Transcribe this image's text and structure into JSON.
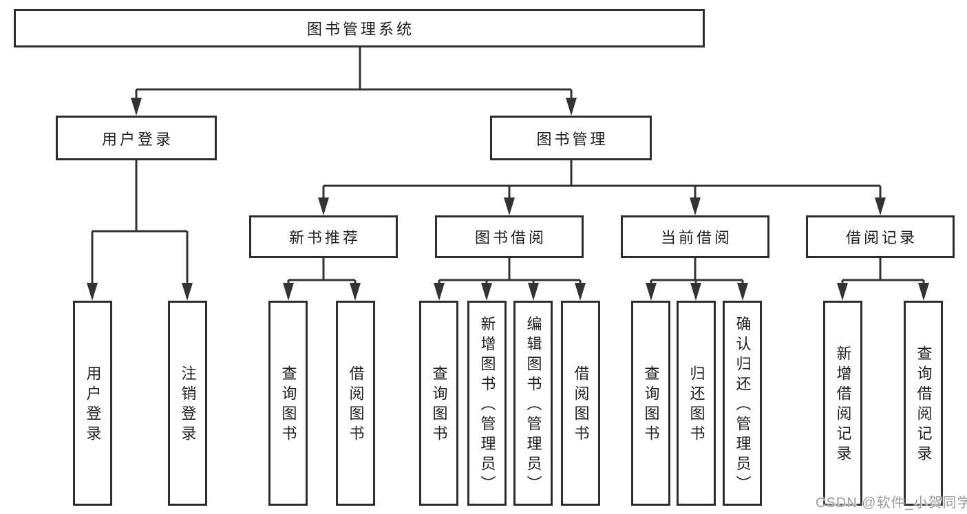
{
  "diagram": {
    "root": {
      "label": "图书管理系统",
      "children": [
        {
          "label": "用户登录",
          "children": [
            {
              "label": "用户登录"
            },
            {
              "label": "注销登录"
            }
          ]
        },
        {
          "label": "图书管理",
          "children": [
            {
              "label": "新书推荐",
              "children": [
                {
                  "label": "查询图书"
                },
                {
                  "label": "借阅图书"
                }
              ]
            },
            {
              "label": "图书借阅",
              "children": [
                {
                  "label": "查询图书"
                },
                {
                  "label": "新增图书（管理员）"
                },
                {
                  "label": "编辑图书（管理员）"
                },
                {
                  "label": "借阅图书"
                }
              ]
            },
            {
              "label": "当前借阅",
              "children": [
                {
                  "label": "查询图书"
                },
                {
                  "label": "归还图书"
                },
                {
                  "label": "确认归还（管理员）"
                }
              ]
            },
            {
              "label": "借阅记录",
              "children": [
                {
                  "label": "新增借阅记录"
                },
                {
                  "label": "查询借阅记录"
                }
              ]
            }
          ]
        }
      ]
    }
  },
  "colors": {
    "line": "#333333",
    "border": "#2d2d2d",
    "text": "#1f1f1f",
    "watermark": "#9c9c9c"
  },
  "watermark": {
    "text": "CSDN @软件_小贺同学"
  }
}
